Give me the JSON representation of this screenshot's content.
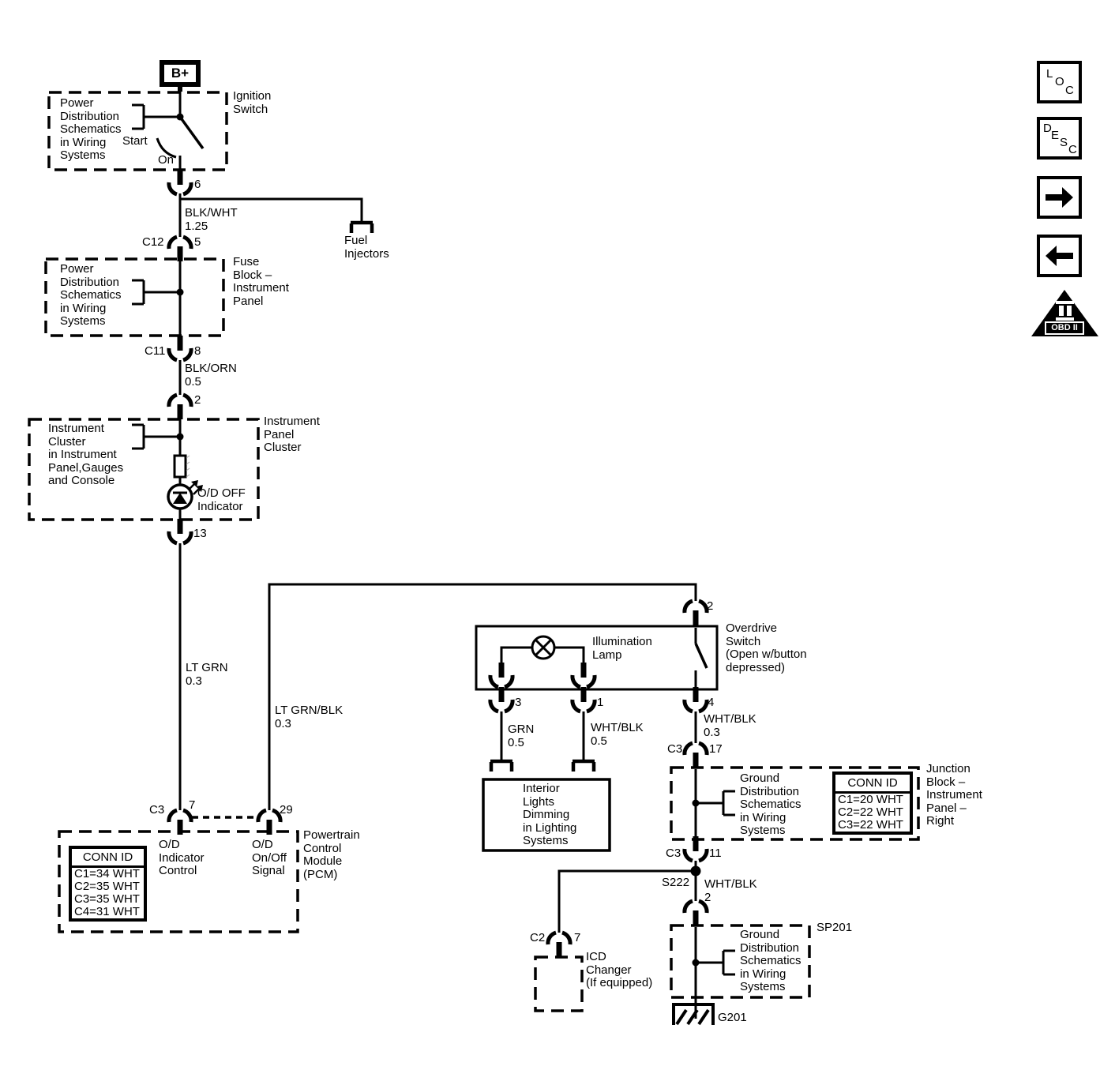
{
  "colors": {
    "line": "#000000",
    "background": "#ffffff"
  },
  "battery": {
    "label": "B+"
  },
  "ignition": {
    "ref": "Power\nDistribution\nSchematics\nin Wiring\nSystems",
    "label": "Ignition\nSwitch",
    "start": "Start",
    "on": "On",
    "pin": "6"
  },
  "wire_blk_wht": {
    "color": "BLK/WHT",
    "gauge": "1.25"
  },
  "fuel_injectors": {
    "label": "Fuel\nInjectors"
  },
  "c12": {
    "conn": "C12",
    "pin": "5"
  },
  "fuse_block": {
    "ref": "Power\nDistribution\nSchematics\nin Wiring\nSystems",
    "label": "Fuse\nBlock –\nInstrument\nPanel"
  },
  "c11": {
    "conn": "C11",
    "pin": "8"
  },
  "wire_blk_orn": {
    "color": "BLK/ORN",
    "gauge": "0.5"
  },
  "cluster": {
    "pin_in": "2",
    "ref": "Instrument\nCluster\nin Instrument\nPanel,Gauges\nand Console",
    "label": "Instrument\nPanel\nCluster",
    "indicator": "O/D OFF\nIndicator",
    "pin_out": "13"
  },
  "wire_lt_grn": {
    "color": "LT GRN",
    "gauge": "0.3"
  },
  "wire_lt_grn_blk": {
    "color": "LT GRN/BLK",
    "gauge": "0.3"
  },
  "pcm": {
    "conn": "C3",
    "pin_a": "7",
    "pin_b": "29",
    "conn_id_title": "CONN ID",
    "conn_id_rows": [
      "C1=34 WHT",
      "C2=35 WHT",
      "C3=35 WHT",
      "C4=31 WHT"
    ],
    "sig_a": "O/D\nIndicator\nControl",
    "sig_b": "O/D\nOn/Off\nSignal",
    "label": "Powertrain\nControl\nModule\n(PCM)"
  },
  "od_switch": {
    "pin_top": "2",
    "lamp": "Illumination\nLamp",
    "label": "Overdrive\nSwitch\n(Open w/button\ndepressed)",
    "pin3": "3",
    "pin1": "1",
    "pin4": "4"
  },
  "wire_grn": {
    "color": "GRN",
    "gauge": "0.5"
  },
  "wire_wht_blk_05": {
    "color": "WHT/BLK",
    "gauge": "0.5"
  },
  "wire_wht_blk_03": {
    "color": "WHT/BLK",
    "gauge": "0.3"
  },
  "c3_17": {
    "conn": "C3",
    "pin": "17"
  },
  "interior_lights": {
    "label": "Interior\nLights\nDimming\nin Lighting\nSystems"
  },
  "junction_block": {
    "ref": "Ground\nDistribution\nSchematics\nin Wiring\nSystems",
    "conn_id_title": "CONN ID",
    "conn_id_rows": [
      "C1=20 WHT",
      "C2=22 WHT",
      "C3=22 WHT"
    ],
    "label": "Junction\nBlock –\nInstrument\nPanel –\nRight"
  },
  "c3_11": {
    "conn": "C3",
    "pin": "11"
  },
  "s222": {
    "label": "S222"
  },
  "wire_wht_blk_2": {
    "color": "WHT/BLK",
    "gauge": "2"
  },
  "sp201": {
    "ref": "Ground\nDistribution\nSchematics\nin Wiring\nSystems",
    "label": "SP201"
  },
  "g201": {
    "label": "G201"
  },
  "icd": {
    "conn": "C2",
    "pin": "7",
    "label": "ICD\nChanger\n(If equipped)"
  },
  "toolbar": {
    "loc_letters": [
      "L",
      "O",
      "C"
    ],
    "desc_letters": [
      "D",
      "E",
      "S",
      "C"
    ],
    "obd_label": "OBD II"
  }
}
